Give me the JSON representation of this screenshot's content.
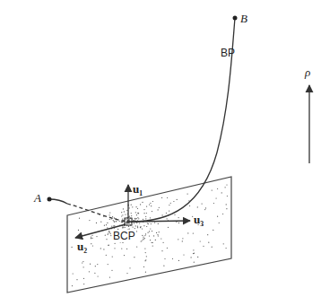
{
  "diagram": {
    "labels": [
      "B",
      "BP",
      "ρ",
      "A",
      "u₁",
      "u₂",
      "BCP",
      "u₃"
    ]
  }
}
